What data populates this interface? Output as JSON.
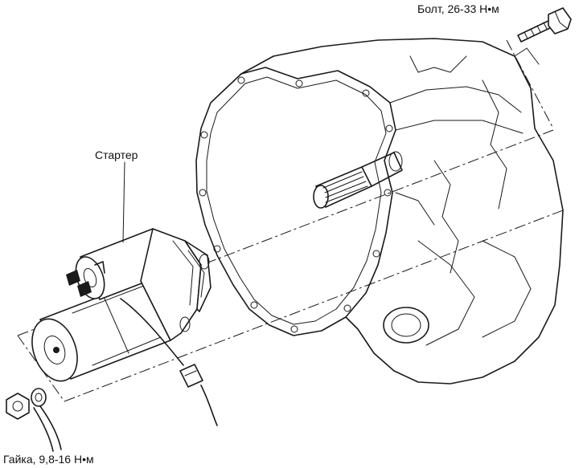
{
  "labels": {
    "bolt": "Болт, 26-33 Н•м",
    "starter": "Стартер",
    "nut": "Гайка, 9,8-16 Н•м"
  },
  "icons": {
    "bolt": "bolt-icon",
    "nut": "nut-icon",
    "starter": "starter-motor-icon",
    "transmission": "transmission-housing-icon",
    "connector": "wire-connector-icon",
    "cable": "battery-cable-icon"
  }
}
